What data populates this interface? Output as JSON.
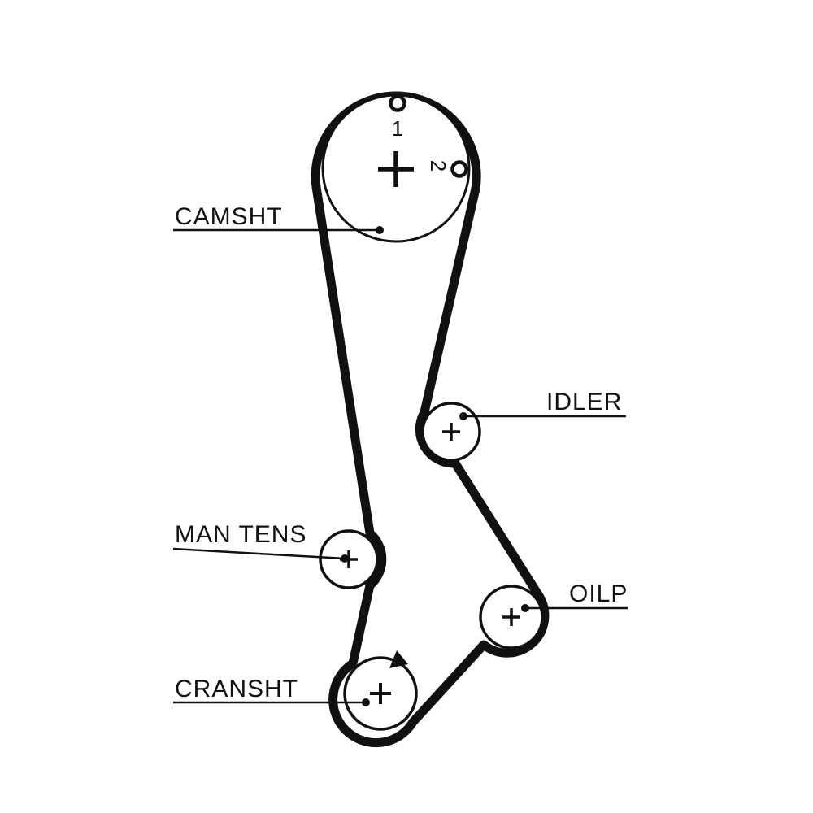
{
  "diagram": {
    "type": "timing-belt-routing-diagram",
    "colors": {
      "line": "#111111",
      "background": "#ffffff"
    },
    "labels": {
      "camshaft": "CAMSHT",
      "idler": "IDLER",
      "manual_tensioner": "MAN TENS",
      "oil_pump": "OILP",
      "crankshaft": "CRANSHT"
    },
    "timing_marks": {
      "mark_1": "1",
      "mark_2": "2"
    }
  }
}
